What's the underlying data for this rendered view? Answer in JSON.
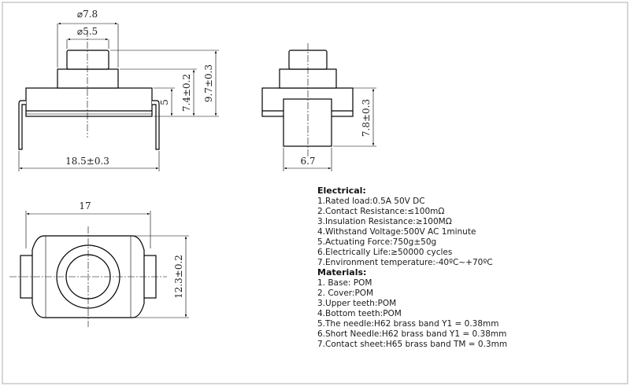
{
  "dimensions": {
    "top_diameter_outer": "⌀7.8",
    "top_diameter_inner": "⌀5.5",
    "front_height_step": "5",
    "front_height_mid": "7.4±0.2",
    "front_height_total": "9.7±0.3",
    "front_width": "18.5±0.3",
    "side_height": "7.8±0.3",
    "side_width": "6.7",
    "bottom_width": "17",
    "bottom_height": "12.3±0.2"
  },
  "specs": {
    "electrical_heading": "Electrical:",
    "electrical_items": [
      "1.Rated load:0.5A 50V DC",
      "2.Contact Resistance:≤100mΩ",
      "3.Insulation Resistance:≥100MΩ",
      "4.Withstand Voltage:500V AC 1minute",
      "5.Actuating Force:750g±50g",
      "6.Electrically Life:≥50000 cycles",
      "7.Environment temperature:-40ºC~+70ºC"
    ],
    "materials_heading": "Materials:",
    "materials_items": [
      "1. Base: POM",
      "2. Cover:POM",
      "3.Upper teeth:POM",
      "4.Bottom teeth:POM",
      "5.The needle:H62 brass band Y1 = 0.38mm",
      "6.Short Needle:H62 brass band Y1 = 0.38mm",
      "7.Contact sheet:H65 brass band TM = 0.3mm"
    ]
  },
  "colors": {
    "line": "#000000",
    "border": "#c8c8c8",
    "background": "#ffffff"
  }
}
